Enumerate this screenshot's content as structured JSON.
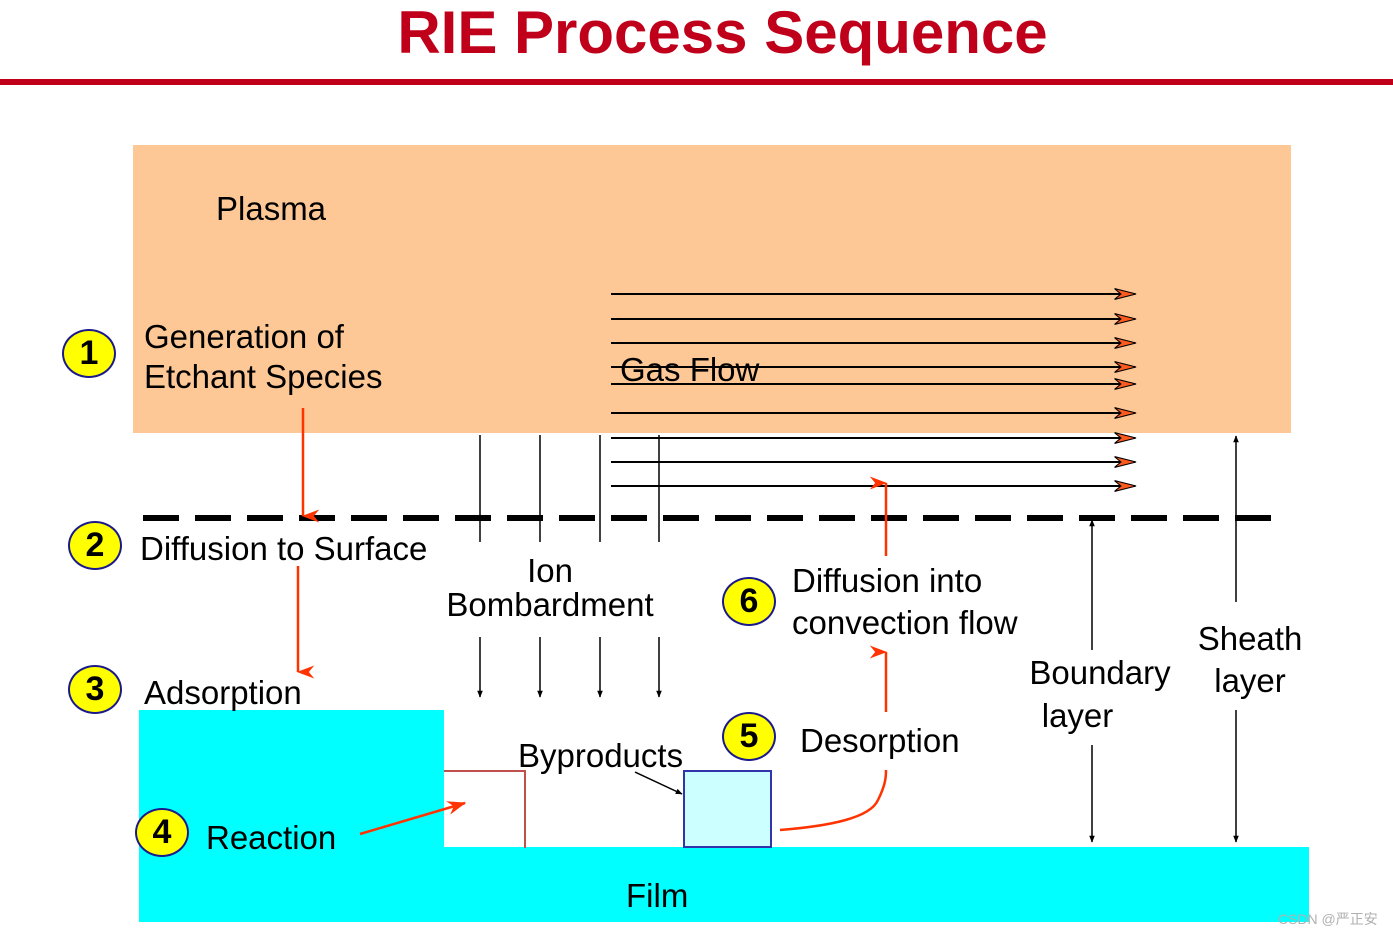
{
  "title": "RIE Process Sequence",
  "labels": {
    "plasma": "Plasma",
    "gas_flow": "Gas Flow",
    "ion_line1": "Ion",
    "ion_line2": "Bombardment",
    "byproducts": "Byproducts",
    "film": "Film",
    "boundary_line1": "Boundary",
    "boundary_line2": "layer",
    "sheath_line1": "Sheath",
    "sheath_line2": "layer"
  },
  "steps": [
    {
      "number": "1",
      "lines": [
        "Generation of",
        "Etchant Species"
      ]
    },
    {
      "number": "2",
      "lines": [
        "Diffusion to Surface"
      ]
    },
    {
      "number": "3",
      "lines": [
        "Adsorption"
      ]
    },
    {
      "number": "4",
      "lines": [
        "Reaction"
      ]
    },
    {
      "number": "5",
      "lines": [
        "Desorption"
      ]
    },
    {
      "number": "6",
      "lines": [
        "Diffusion into",
        "convection flow"
      ]
    }
  ],
  "watermark": "CSDN @严正安",
  "colors": {
    "title": "#c0001a",
    "plasma": "#fdc896",
    "film": "#00ffff",
    "badge": "#ffff00",
    "process_arrow": "#ff3300"
  }
}
